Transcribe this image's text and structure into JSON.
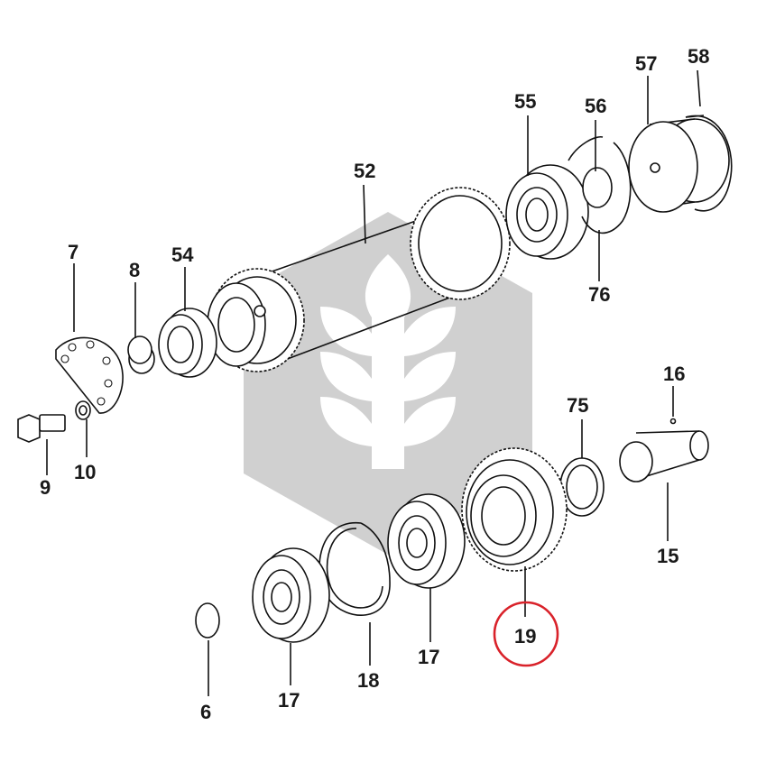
{
  "colors": {
    "highlight": "#d9222a",
    "watermark": "#c6c6c6",
    "line": "#111111"
  },
  "highlighted_part": "19",
  "watermark_icon": "wheat-logo-icon",
  "labels": {
    "p52": "52",
    "p55": "55",
    "p56": "56",
    "p57": "57",
    "p58": "58",
    "p76": "76",
    "p7": "7",
    "p8": "8",
    "p54": "54",
    "p9": "9",
    "p10": "10",
    "p16": "16",
    "p75": "75",
    "p15": "15",
    "p19": "19",
    "p6": "6",
    "p17a": "17",
    "p18": "18",
    "p17b": "17"
  }
}
